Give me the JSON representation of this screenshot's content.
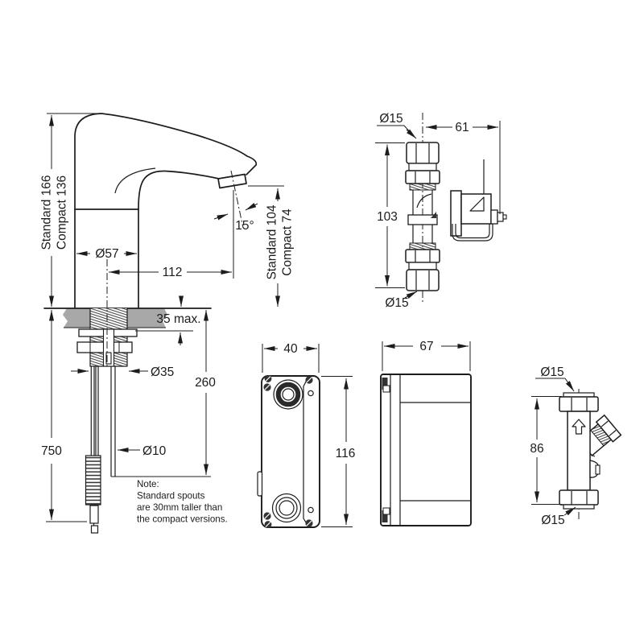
{
  "colors": {
    "line": "#1c1c1c",
    "deck_fill": "#a8a8a8",
    "background": "#ffffff"
  },
  "tap_view": {
    "height_standard": "Standard 166",
    "height_compact": "Compact 136",
    "outlet_height_standard": "Standard 104",
    "outlet_height_compact": "Compact 74",
    "body_diameter": "Ø57",
    "spout_reach": "112",
    "outlet_angle": "15°",
    "deck_thickness_max": "35 max.",
    "shank_diameter": "Ø35",
    "rigid_pipe_length": "260",
    "hose_length": "750",
    "pipe_diameter": "Ø10",
    "note": [
      "Note:",
      "Standard spouts",
      "are 30mm taller than",
      "the compact versions."
    ]
  },
  "solenoid_view": {
    "top_connection_diameter": "Ø15",
    "width": "61",
    "height": "103",
    "bottom_connection_diameter": "Ø15"
  },
  "box_front_view": {
    "width": "40",
    "height": "116"
  },
  "box_side_view": {
    "depth": "67"
  },
  "check_valve_view": {
    "top_connection_diameter": "Ø15",
    "height": "86",
    "bottom_connection_diameter": "Ø15"
  }
}
